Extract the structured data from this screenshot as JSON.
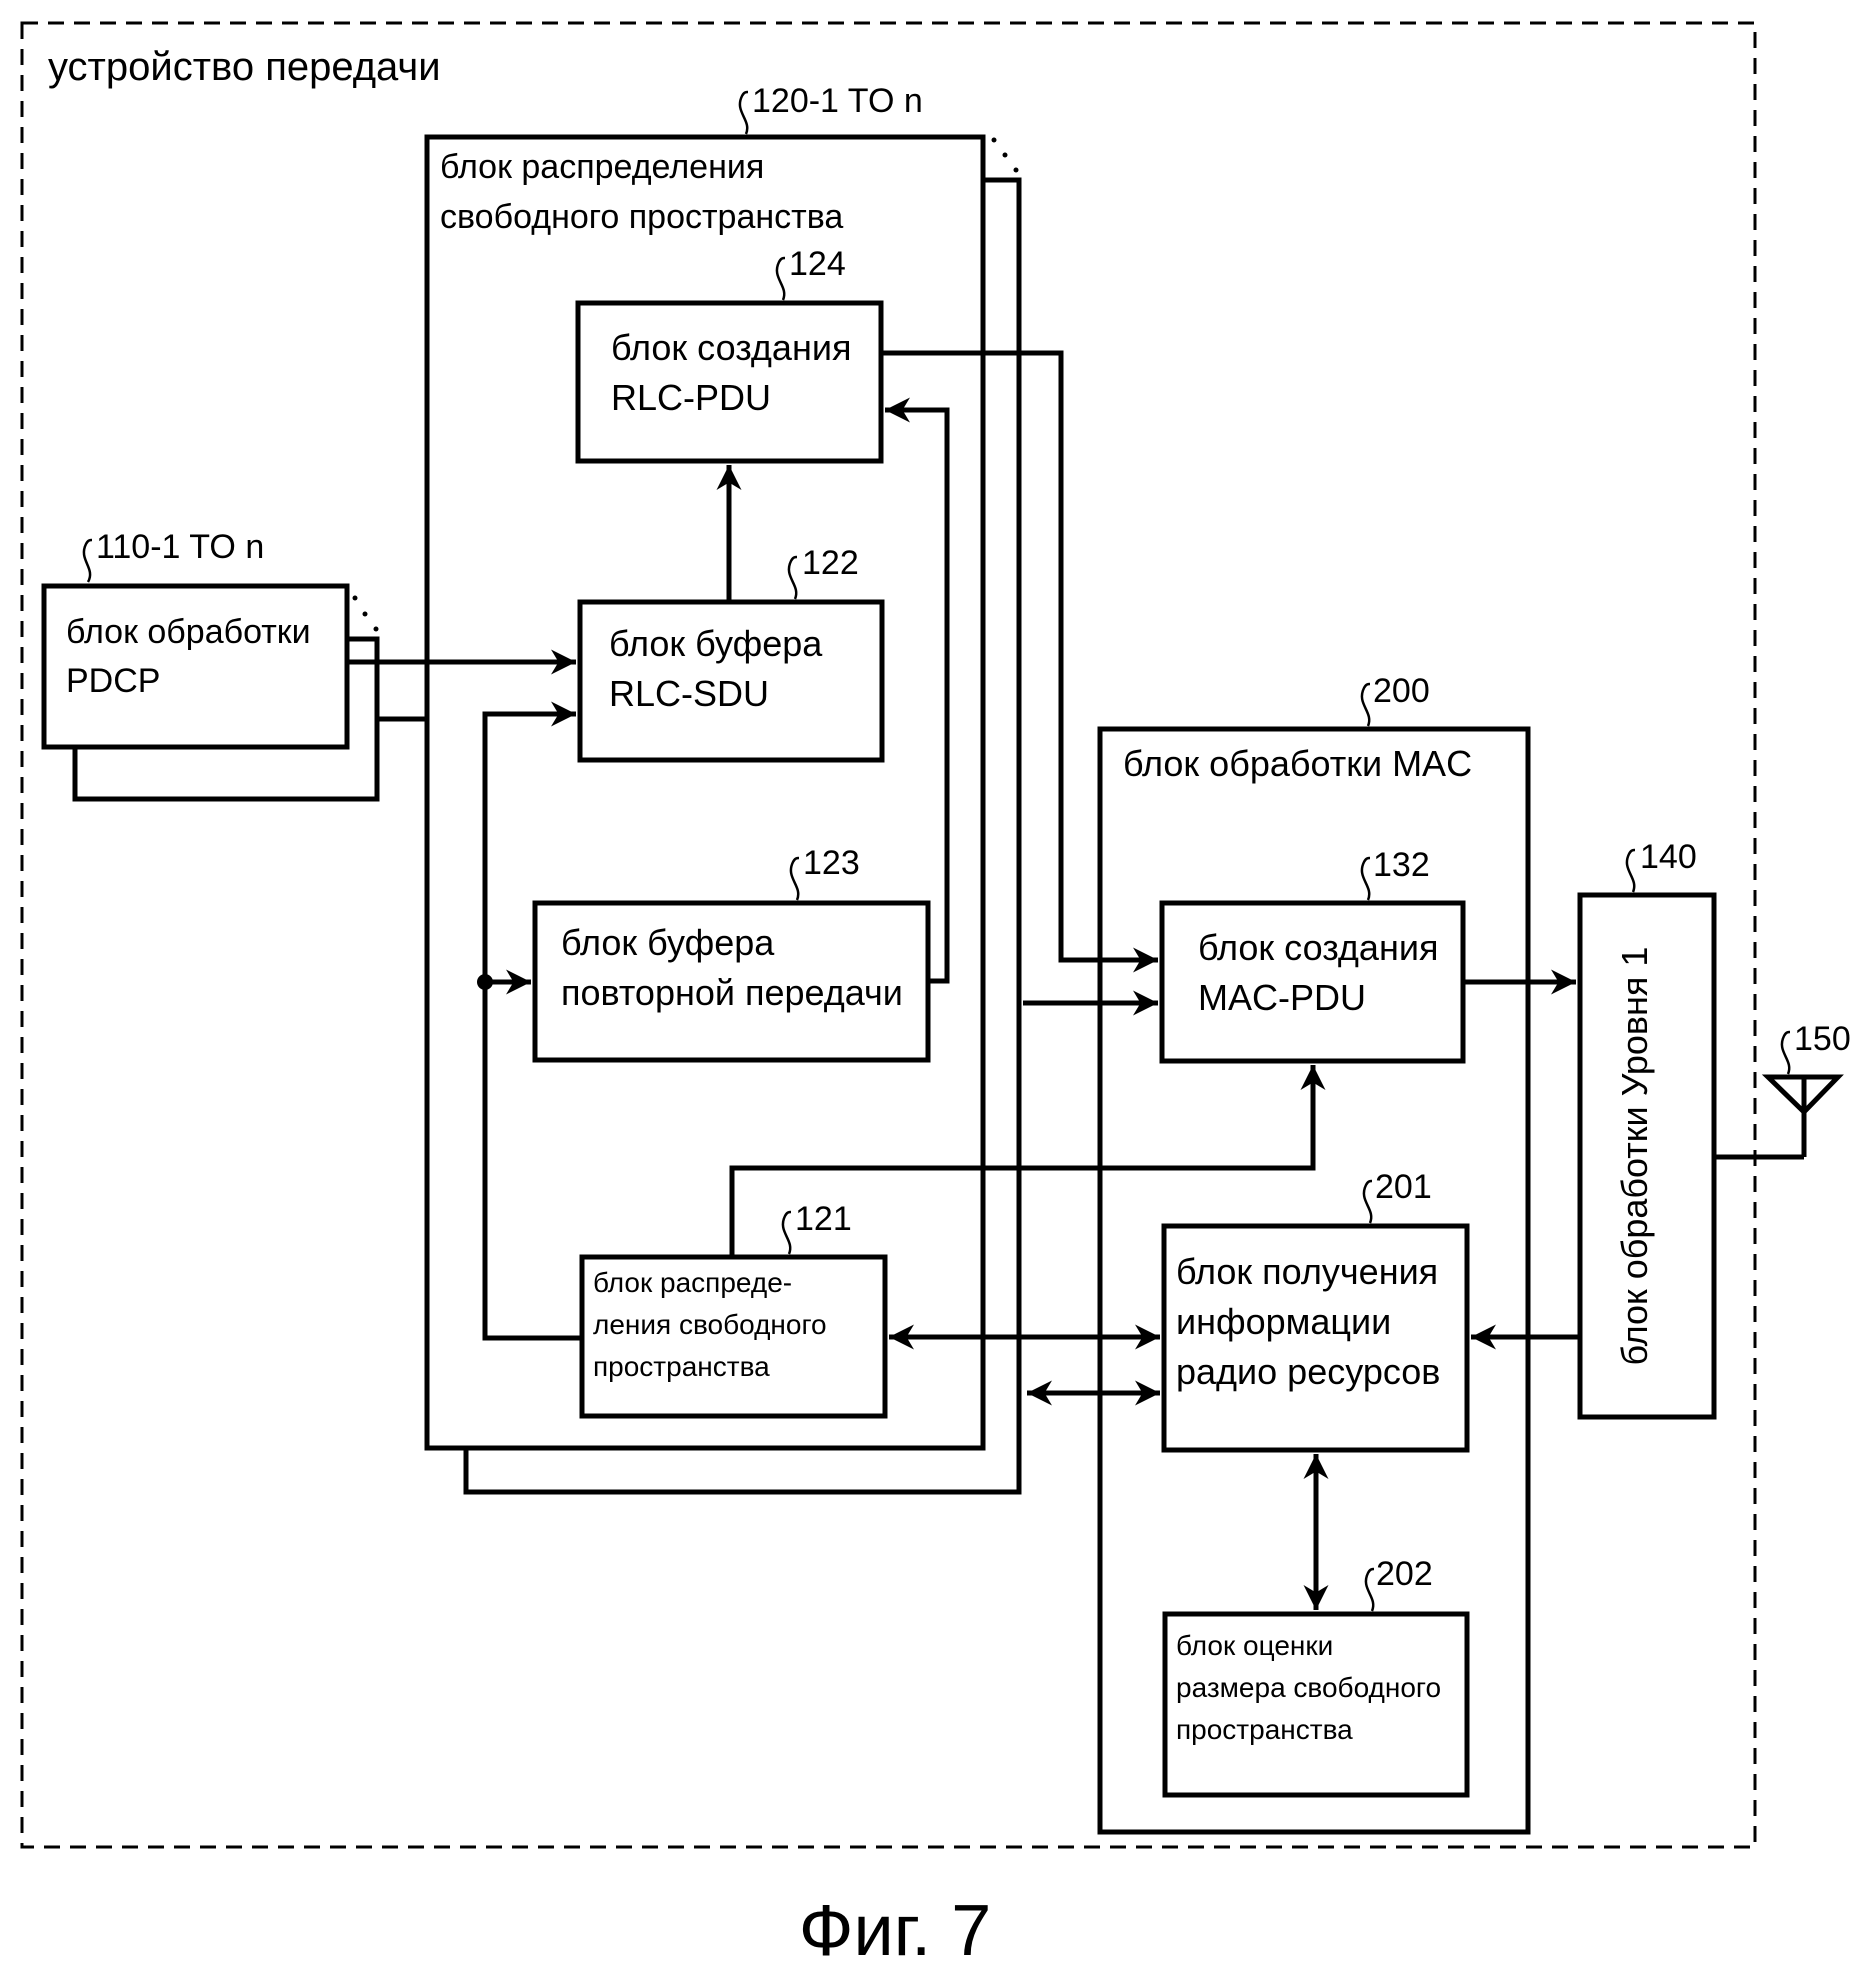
{
  "diagram": {
    "outer_label": "устройство передачи",
    "caption": "Фиг. 7",
    "refs": {
      "pdcp": "110-1 TO n",
      "space_alloc_outer": "120-1 TO n",
      "rlc_pdu": "124",
      "rlc_sdu": "122",
      "retx": "123",
      "space_alloc_inner": "121",
      "mac": "200",
      "mac_pdu": "132",
      "radio_info": "201",
      "space_est": "202",
      "layer1": "140",
      "antenna": "150"
    },
    "blocks": {
      "pdcp": [
        "блок обработки",
        "PDCP"
      ],
      "space_alloc_outer": [
        "блок распределения",
        "свободного пространства"
      ],
      "rlc_pdu": [
        "блок создания",
        "RLC-PDU"
      ],
      "rlc_sdu": [
        "блок буфера",
        "RLC-SDU"
      ],
      "retx": [
        "блок буфера",
        "повторной передачи"
      ],
      "space_alloc_inner": [
        "блок распреде-",
        "ления свободного",
        "пространства"
      ],
      "mac": [
        "блок обработки MAC"
      ],
      "mac_pdu": [
        "блок создания",
        "MAC-PDU"
      ],
      "radio_info": [
        "блок получения",
        "информации",
        "радио ресурсов"
      ],
      "space_est": [
        "блок оценки",
        "размера свободного",
        "пространства"
      ],
      "layer1": [
        "блок обработки Уровня 1"
      ]
    }
  }
}
